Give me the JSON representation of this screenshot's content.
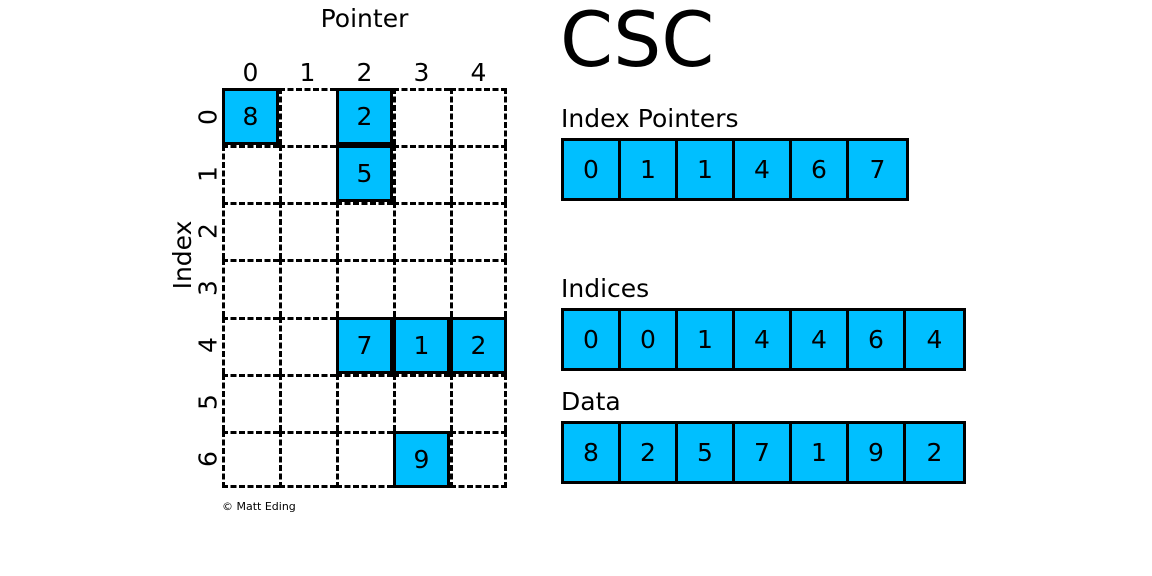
{
  "title": "CSC",
  "credit": "© Matt Eding",
  "matrix": {
    "column_axis_label": "Pointer",
    "row_axis_label": "Index",
    "column_headers": [
      "0",
      "1",
      "2",
      "3",
      "4"
    ],
    "row_headers": [
      "0",
      "1",
      "2",
      "3",
      "4",
      "5",
      "6"
    ],
    "n_rows": 7,
    "n_cols": 5,
    "filled_cells": [
      {
        "row": 0,
        "col": 0,
        "value": "8"
      },
      {
        "row": 0,
        "col": 2,
        "value": "2"
      },
      {
        "row": 1,
        "col": 2,
        "value": "5"
      },
      {
        "row": 4,
        "col": 2,
        "value": "7"
      },
      {
        "row": 4,
        "col": 3,
        "value": "1"
      },
      {
        "row": 4,
        "col": 4,
        "value": "2"
      },
      {
        "row": 6,
        "col": 3,
        "value": "9"
      }
    ]
  },
  "arrays": [
    {
      "key": "index_pointers",
      "label": "Index Pointers",
      "values": [
        "0",
        "1",
        "1",
        "4",
        "6",
        "7"
      ]
    },
    {
      "key": "indices",
      "label": "Indices",
      "values": [
        "0",
        "0",
        "1",
        "4",
        "4",
        "6",
        "4"
      ]
    },
    {
      "key": "data",
      "label": "Data",
      "values": [
        "8",
        "2",
        "5",
        "7",
        "1",
        "9",
        "2"
      ]
    }
  ],
  "colors": {
    "cell_fill": "#00bfff",
    "stroke": "#000000",
    "background": "#ffffff"
  }
}
